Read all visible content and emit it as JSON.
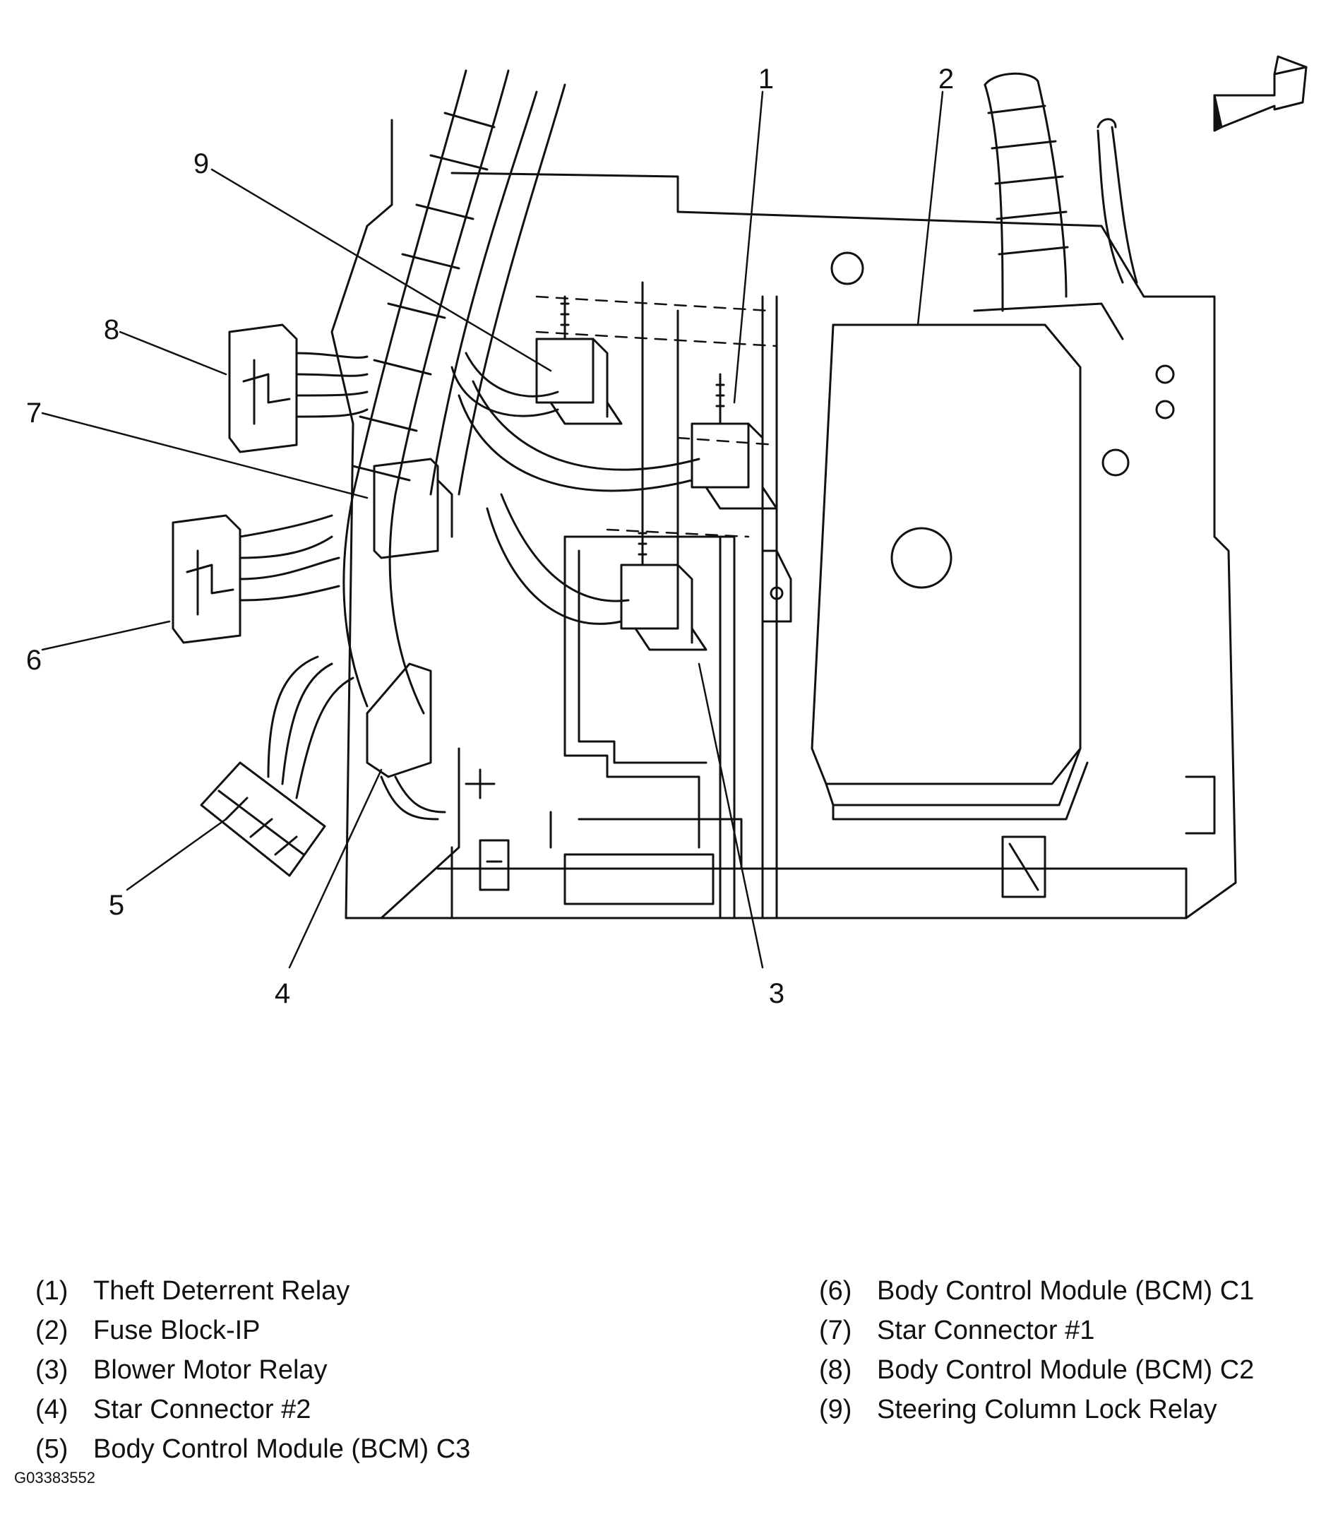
{
  "figure": {
    "callouts": [
      "1",
      "2",
      "3",
      "4",
      "5",
      "6",
      "7",
      "8",
      "9"
    ],
    "orientation_icon": "arrow-icon"
  },
  "legend": {
    "left": [
      {
        "num": "(1)",
        "label": "Theft Deterrent Relay"
      },
      {
        "num": "(2)",
        "label": "Fuse Block-IP"
      },
      {
        "num": "(3)",
        "label": "Blower Motor Relay"
      },
      {
        "num": "(4)",
        "label": "Star Connector #2"
      },
      {
        "num": "(5)",
        "label": "Body Control Module (BCM) C3"
      }
    ],
    "right": [
      {
        "num": "(6)",
        "label": "Body Control Module (BCM) C1"
      },
      {
        "num": "(7)",
        "label": "Star Connector #1"
      },
      {
        "num": "(8)",
        "label": "Body Control Module (BCM) C2"
      },
      {
        "num": "(9)",
        "label": "Steering Column Lock Relay"
      }
    ]
  },
  "figure_id": "G03383552"
}
